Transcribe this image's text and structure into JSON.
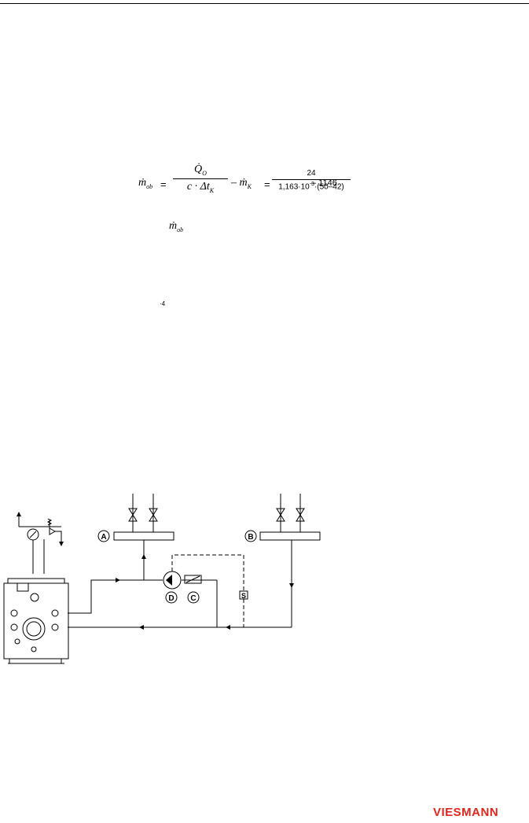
{
  "formula": {
    "lhs_symbol": "ṁ",
    "lhs_sub": "ob",
    "equals": "=",
    "frac_num": "Q̇",
    "frac_num_sub": "O",
    "frac_den": "c · Δt",
    "frac_den_sub": "K",
    "minus_term": "– ṁ",
    "minus_term_sub": "K",
    "equals2": "=",
    "num_value": "24",
    "den_value_prefix": "1,163·10",
    "den_value_exp": "-3",
    "den_value_suffix": "·(50–42)",
    "tail": "– 1146"
  },
  "mdot_line": {
    "symbol": "ṁ",
    "sub": "ob"
  },
  "stray_mark": "·4",
  "diagram": {
    "labels": {
      "a": "A",
      "b": "B",
      "c": "C",
      "d": "D",
      "s": "S"
    }
  },
  "footer": {
    "logo_text": "VIESMANN",
    "logo_color": "#e2251c"
  }
}
